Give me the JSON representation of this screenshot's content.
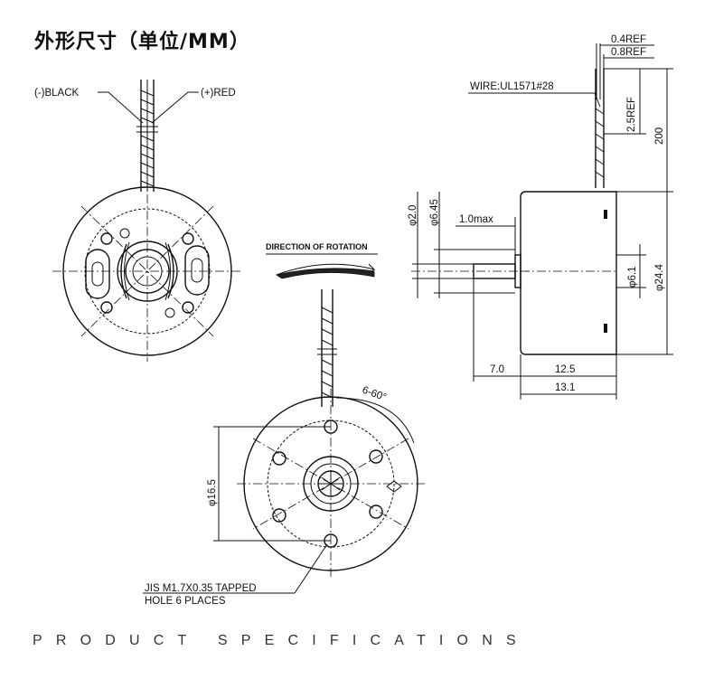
{
  "title": "外形尺寸（单位/MM）",
  "front_view": {
    "black_lead": "(-)BLACK",
    "red_lead": "(+)RED"
  },
  "rotation": {
    "label": "DIRECTION OF ROTATION"
  },
  "side_view": {
    "ref_04": "0.4REF",
    "ref_08": "0.8REF",
    "wire": "WIRE:UL1571#28",
    "ref_25": "2.5REF",
    "dim_200": "200",
    "dia_20": "φ2.0",
    "dia_645": "φ6.45",
    "protrusion": "1.0max",
    "dia_61": "φ6.1",
    "dia_244": "φ24.4",
    "len_70": "7.0",
    "len_125": "12.5",
    "len_131": "13.1"
  },
  "rear_view": {
    "angle": "6-60°",
    "dia_165": "φ16.5",
    "note_line1": "JIS  M1.7X0.35  TAPPED",
    "note_line2": "HOLE  6  PLACES"
  },
  "footer": "PRODUCT SPECIFICATIONS"
}
